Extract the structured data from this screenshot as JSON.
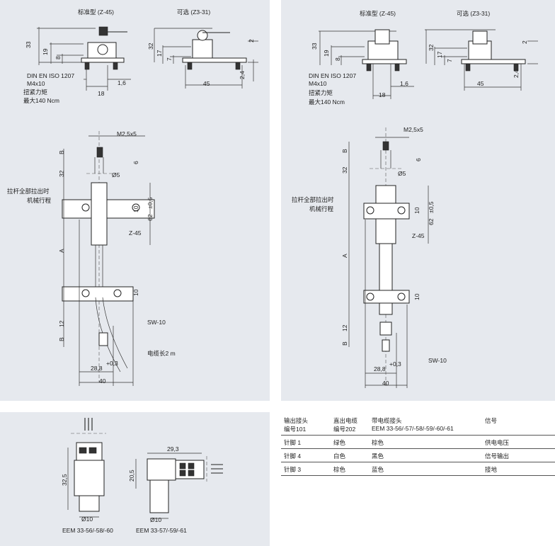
{
  "top_labels": {
    "standard": "标准型 (Z-45)",
    "optional": "可选 (Z3-31)"
  },
  "dims_top": {
    "d33": "33",
    "d19": "19",
    "d8": "8",
    "d32": "32",
    "d17": "17",
    "d7": "7",
    "d2": "2",
    "d24": "2,4",
    "d16": "1,6",
    "d18": "18",
    "d45": "45"
  },
  "notes": {
    "standard": "DIN EN ISO 1207",
    "screw": "M4x10",
    "torque_label": "扭紧力矩",
    "torque_value": "最大140 Ncm"
  },
  "mech": {
    "m25x5": "M2,5x5",
    "B": "B",
    "d32": "32",
    "phi5": "Ø5",
    "pull": "拉杆全部拉出时",
    "travel": "机械行程",
    "d10": "10",
    "d62": "62",
    "tol": "±0,5",
    "z45": "Z-45",
    "A": "A",
    "d6": "6",
    "d12": "12",
    "sw10": "SW-10",
    "cable": "电缆长2 m",
    "d288": "28,8",
    "tol03": "+0,3",
    "d40": "40"
  },
  "connectors": {
    "d325": "32,5",
    "d10": "Ø10",
    "d293": "29,3",
    "d205": "20,5",
    "straight_label": "EEM 33-56/-58/-60",
    "angled_label": "EEM 33-57/-59/-61"
  },
  "table": {
    "headers": [
      [
        "输出接头",
        "编号101"
      ],
      [
        "直出电缆",
        "编号202"
      ],
      [
        "带电缆接头",
        "EEM 33-56/-57/-58/-59/-60/-61"
      ],
      [
        "信号",
        ""
      ]
    ],
    "rows": [
      [
        "针脚 1",
        "绿色",
        "棕色",
        "供电电压"
      ],
      [
        "针脚 4",
        "白色",
        "黑色",
        "信号输出"
      ],
      [
        "针脚 3",
        "棕色",
        "蓝色",
        "接地"
      ]
    ]
  }
}
